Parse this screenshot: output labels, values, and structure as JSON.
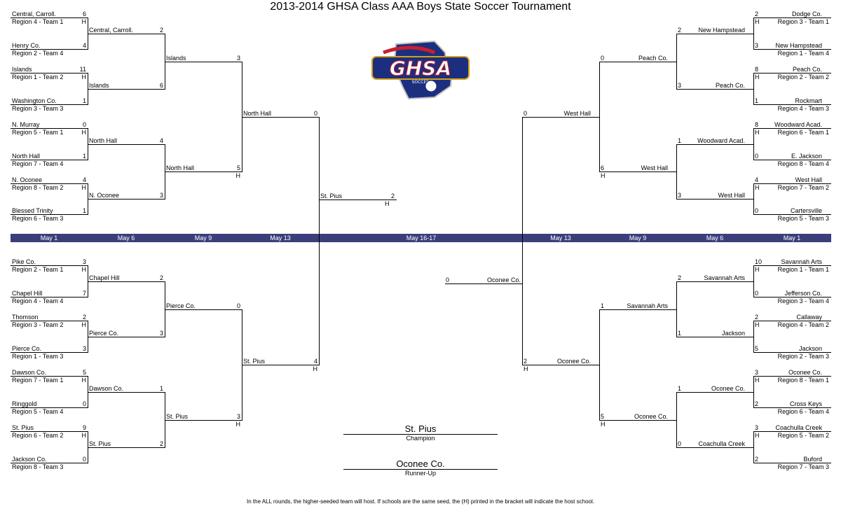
{
  "title": "2013-2014 GHSA Class AAA Boys State Soccer Tournament",
  "logo_text": "GHSA",
  "logo_sub": "SOCCER",
  "rounds": [
    "May 1",
    "May 6",
    "May 9",
    "May 13",
    "May 16-17",
    "May 13",
    "May 9",
    "May 6",
    "May 1"
  ],
  "left_first": [
    {
      "name": "Central, Carroll.",
      "seed": "Region 4 - Team 1",
      "score": "6",
      "host": "H"
    },
    {
      "name": "Henry Co.",
      "seed": "Region 2 - Team 4",
      "score": "4",
      "host": ""
    },
    {
      "name": "Islands",
      "seed": "Region 1 - Team 2",
      "score": "11",
      "host": "H"
    },
    {
      "name": "Washington Co.",
      "seed": "Region 3 - Team 3",
      "score": "1",
      "host": ""
    },
    {
      "name": "N. Murray",
      "seed": "Region 5 - Team 1",
      "score": "0",
      "host": "H"
    },
    {
      "name": "North Hall",
      "seed": "Region 7 - Team 4",
      "score": "1",
      "host": ""
    },
    {
      "name": "N. Oconee",
      "seed": "Region 8 - Team 2",
      "score": "4",
      "host": "H"
    },
    {
      "name": "Blessed Trinity",
      "seed": "Region 6 - Team 3",
      "score": "1",
      "host": ""
    },
    {
      "name": "Pike Co.",
      "seed": "Region 2 - Team 1",
      "score": "3",
      "host": "H"
    },
    {
      "name": "Chapel Hill",
      "seed": "Region 4 - Team 4",
      "score": "7",
      "host": ""
    },
    {
      "name": "Thomson",
      "seed": "Region 3 - Team 2",
      "score": "2",
      "host": "H"
    },
    {
      "name": "Pierce Co.",
      "seed": "Region 1 - Team 3",
      "score": "3",
      "host": ""
    },
    {
      "name": "Dawson Co.",
      "seed": "Region 7 - Team 1",
      "score": "5",
      "host": "H"
    },
    {
      "name": "Ringgold",
      "seed": "Region 5 - Team 4",
      "score": "0",
      "host": ""
    },
    {
      "name": "St. Pius",
      "seed": "Region 6 - Team 2",
      "score": "9",
      "host": "H"
    },
    {
      "name": "Jackson Co.",
      "seed": "Region 8 - Team 3",
      "score": "0",
      "host": ""
    }
  ],
  "left_second": [
    {
      "name": "Central, Carroll.",
      "score": "2",
      "host": ""
    },
    {
      "name": "Islands",
      "score": "6",
      "host": ""
    },
    {
      "name": "North Hall",
      "score": "4",
      "host": ""
    },
    {
      "name": "N. Oconee",
      "score": "3",
      "host": ""
    },
    {
      "name": "Chapel Hill",
      "score": "2",
      "host": ""
    },
    {
      "name": "Pierce Co.",
      "score": "3",
      "host": ""
    },
    {
      "name": "Dawson Co.",
      "score": "1",
      "host": ""
    },
    {
      "name": "St. Pius",
      "score": "2",
      "host": ""
    }
  ],
  "left_third": [
    {
      "name": "Islands",
      "score": "3",
      "host": ""
    },
    {
      "name": "North Hall",
      "score": "5",
      "host": "H"
    },
    {
      "name": "Pierce Co.",
      "score": "0",
      "host": ""
    },
    {
      "name": "St. Pius",
      "score": "3",
      "host": "H"
    }
  ],
  "left_fourth": [
    {
      "name": "North Hall",
      "score": "0",
      "host": ""
    },
    {
      "name": "St. Pius",
      "score": "4",
      "host": "H"
    }
  ],
  "left_final": {
    "name": "St. Pius",
    "score": "2",
    "host": "H"
  },
  "right_first": [
    {
      "name": "Dodge Co.",
      "seed": "Region 3 - Team 1",
      "score": "2",
      "host": "H"
    },
    {
      "name": "New Hampstead",
      "seed": "Region 1 - Team 4",
      "score": "3",
      "host": ""
    },
    {
      "name": "Peach Co.",
      "seed": "Region 2 - Team 2",
      "score": "8",
      "host": "H"
    },
    {
      "name": "Rockmart",
      "seed": "Region 4 - Team 3",
      "score": "1",
      "host": ""
    },
    {
      "name": "Woodward Acad.",
      "seed": "Region 6 - Team 1",
      "score": "8",
      "host": "H"
    },
    {
      "name": "E. Jackson",
      "seed": "Region 8 - Team 4",
      "score": "0",
      "host": ""
    },
    {
      "name": "West Hall",
      "seed": "Region 7 - Team 2",
      "score": "4",
      "host": "H"
    },
    {
      "name": "Cartersville",
      "seed": "Region 5 - Team 3",
      "score": "0",
      "host": ""
    },
    {
      "name": "Savannah Arts",
      "seed": "Region 1 - Team 1",
      "score": "10",
      "host": "H"
    },
    {
      "name": "Jefferson Co.",
      "seed": "Region 3 - Team 4",
      "score": "0",
      "host": ""
    },
    {
      "name": "Callaway",
      "seed": "Region 4 - Team 2",
      "score": "2",
      "host": "H"
    },
    {
      "name": "Jackson",
      "seed": "Region 2 - Team 3",
      "score": "5",
      "host": ""
    },
    {
      "name": "Oconee Co.",
      "seed": "Region 8 - Team 1",
      "score": "3",
      "host": "H"
    },
    {
      "name": "Cross Keys",
      "seed": "Region 6 - Team 4",
      "score": "2",
      "host": ""
    },
    {
      "name": "Coachulla Creek",
      "seed": "Region 5 - Team 2",
      "score": "3",
      "host": "H"
    },
    {
      "name": "Buford",
      "seed": "Region 7 - Team 3",
      "score": "2",
      "host": ""
    }
  ],
  "right_second": [
    {
      "name": "New Hampstead",
      "score": "2",
      "host": ""
    },
    {
      "name": "Peach Co.",
      "score": "3",
      "host": ""
    },
    {
      "name": "Woodward Acad.",
      "score": "1",
      "host": ""
    },
    {
      "name": "West Hall",
      "score": "3",
      "host": ""
    },
    {
      "name": "Savannah Arts",
      "score": "2",
      "host": ""
    },
    {
      "name": "Jackson",
      "score": "1",
      "host": ""
    },
    {
      "name": "Oconee Co.",
      "score": "1",
      "host": ""
    },
    {
      "name": "Coachulla Creek",
      "score": "0",
      "host": ""
    }
  ],
  "right_third": [
    {
      "name": "Peach Co.",
      "score": "0",
      "host": ""
    },
    {
      "name": "West Hall",
      "score": "6",
      "host": "H"
    },
    {
      "name": "Savannah Arts",
      "score": "1",
      "host": ""
    },
    {
      "name": "Oconee Co.",
      "score": "5",
      "host": "H"
    }
  ],
  "right_fourth": [
    {
      "name": "West Hall",
      "score": "0",
      "host": ""
    },
    {
      "name": "Oconee Co.",
      "score": "2",
      "host": "H"
    }
  ],
  "right_final": {
    "name": "Oconee Co.",
    "score": "0",
    "host": ""
  },
  "champion": {
    "name": "St. Pius",
    "label": "Champion"
  },
  "runner_up": {
    "name": "Oconee Co.",
    "label": "Runner-Up"
  },
  "footnote": "In the ALL rounds, the higher-seeded team will host.  If schools are the same seed, the (H) printed in the bracket will indicate the host school.",
  "colors": {
    "band": "#3a3f7a",
    "logo_blue": "#1c2f7e",
    "logo_red": "#c8202f",
    "logo_gold": "#d4a017"
  }
}
